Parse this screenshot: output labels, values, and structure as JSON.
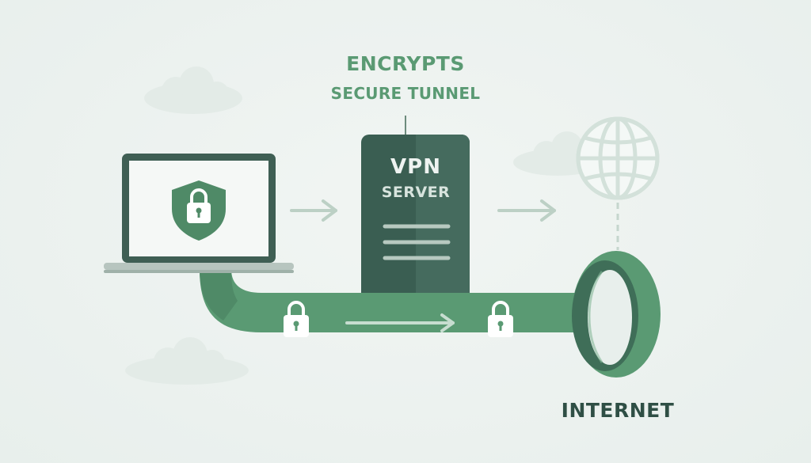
{
  "diagram": {
    "title": "ENCRYPTS",
    "subtitle": "SECURE TUNNEL",
    "server": {
      "title": "VPN",
      "subtitle": "SERVER"
    },
    "destination": {
      "label": "INTERNET"
    }
  },
  "icons": {
    "laptop": "laptop-icon",
    "shield": "shield-lock-icon",
    "server": "server-icon",
    "globe": "globe-icon",
    "padlock": "padlock-icon",
    "cloud": "cloud-icon",
    "arrow": "arrow-right-icon"
  },
  "colors": {
    "background": "#eef3f1",
    "accent_green": "#5a9a73",
    "dark_green": "#3f6e58",
    "server_dark": "#3a5e52",
    "text_dark": "#2f4f45",
    "muted_line": "#c7d8cf"
  }
}
